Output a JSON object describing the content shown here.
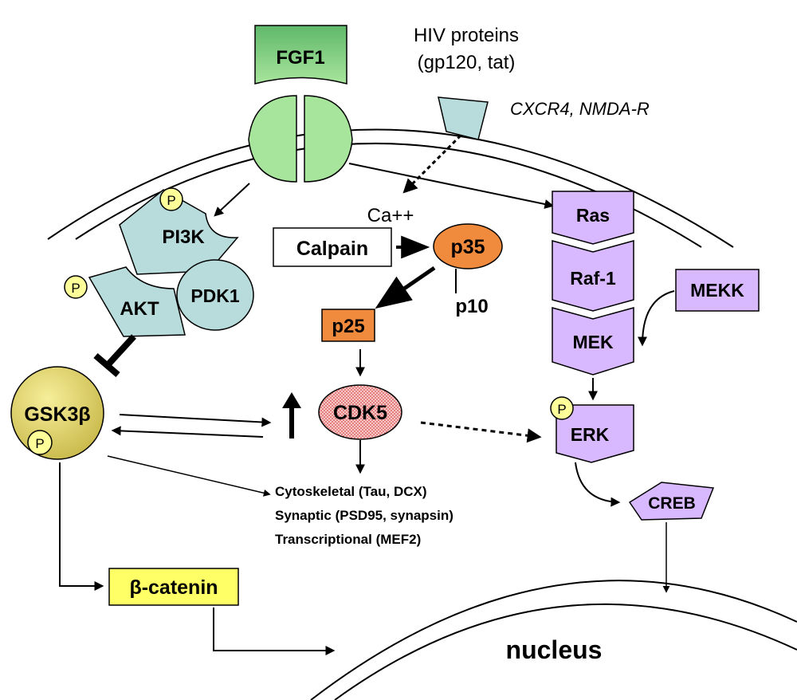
{
  "labels": {
    "fgf1": "FGF1",
    "hiv_line1": "HIV proteins",
    "hiv_line2": "(gp120, tat)",
    "receptor": "CXCR4, NMDA-R",
    "calcium": "Ca++",
    "calpain": "Calpain",
    "p35": "p35",
    "p10": "p10",
    "p25": "p25",
    "cdk5": "CDK5",
    "pi3k": "PI3K",
    "pdk1": "PDK1",
    "akt": "AKT",
    "gsk3b": "GSK3β",
    "phospho": "P",
    "ras": "Ras",
    "raf1": "Raf-1",
    "mek": "MEK",
    "mekk": "MEKK",
    "erk": "ERK",
    "creb": "CREB",
    "beta_catenin": "β-catenin",
    "nucleus": "nucleus",
    "targets": [
      "Cytoskeletal (Tau, DCX)",
      "Synaptic (PSD95, synapsin)",
      "Transcriptional (MEF2)"
    ]
  },
  "colors": {
    "fgf_green": "#a8e59c",
    "receptor_teal": "#b8dcdc",
    "pathway_lavender": "#d8b8ff",
    "cdk5_orange": "#f08a3c",
    "phospho_yellow": "#ffff99",
    "gsk_gold": "#ebe07a",
    "catenin_yellow": "#ffff66",
    "cdk5_red": "#e87070"
  }
}
